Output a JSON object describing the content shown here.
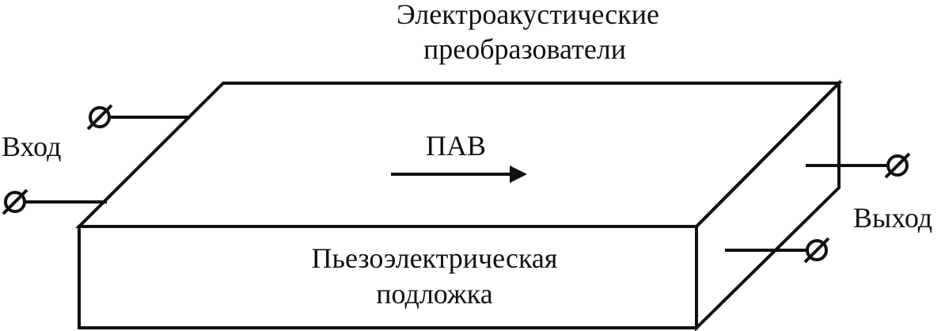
{
  "labels": {
    "transducers_line1": "Электроакустические",
    "transducers_line2": "преобразователи",
    "input": "Вход",
    "output": "Выход",
    "saw": "ПАВ",
    "substrate_line1": "Пьезоэлектрическая",
    "substrate_line2": "подложка"
  },
  "colors": {
    "line": "#111111",
    "background": "#ffffff"
  },
  "icons": {
    "terminal": "terminal-icon",
    "arrow": "arrow-right-icon"
  }
}
